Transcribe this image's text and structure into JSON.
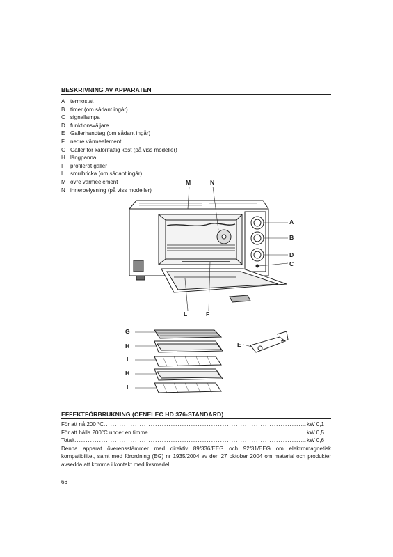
{
  "section_title": "BESKRIVNING AV APPARATEN",
  "parts": [
    {
      "letter": "A",
      "text": "termostat"
    },
    {
      "letter": "B",
      "text": "timer (om sådant ingår)"
    },
    {
      "letter": "C",
      "text": "signallampa"
    },
    {
      "letter": "D",
      "text": "funktionsväljare"
    },
    {
      "letter": "E",
      "text": "Gallerhandtag (om sådant ingår)"
    },
    {
      "letter": "F",
      "text": "nedre värmeelement"
    },
    {
      "letter": "G",
      "text": "Galler för kalorifattig kost (på viss modeller)"
    },
    {
      "letter": "H",
      "text": "långpanna"
    },
    {
      "letter": "I",
      "text": "profilerat galler"
    },
    {
      "letter": "L",
      "text": "smulbricka (om sådant ingår)"
    },
    {
      "letter": "M",
      "text": "övre värmeelement"
    },
    {
      "letter": "N",
      "text": "innerbelysning (på viss modeller)"
    }
  ],
  "diagram_labels": {
    "M": "M",
    "N": "N",
    "A": "A",
    "B": "B",
    "D": "D",
    "C": "C",
    "L": "L",
    "F": "F",
    "G": "G",
    "H1": "H",
    "I1": "I",
    "H2": "H",
    "I2": "I",
    "E": "E"
  },
  "power": {
    "title": "EFFEKTFÖRBRUKNING (CENELEC HD 376-STANDARD)",
    "rows": [
      {
        "label": "För att nå 200 °C",
        "value": "kW 0,1"
      },
      {
        "label": "För att hålla 200°C under en timme",
        "value": "kW 0,5"
      },
      {
        "label": "Totalt",
        "value": "kW 0,6"
      }
    ],
    "note": "Denna apparat överensstämmer med direktiv 89/336/EEG och 92/31/EEG om elektromagnetisk kompatibilitet, samt med förordning (EG) nr 1935/2004 av den 27 oktober 2004 om material och produkter avsedda att komma i kontakt med livsmedel."
  },
  "page_number": "66"
}
